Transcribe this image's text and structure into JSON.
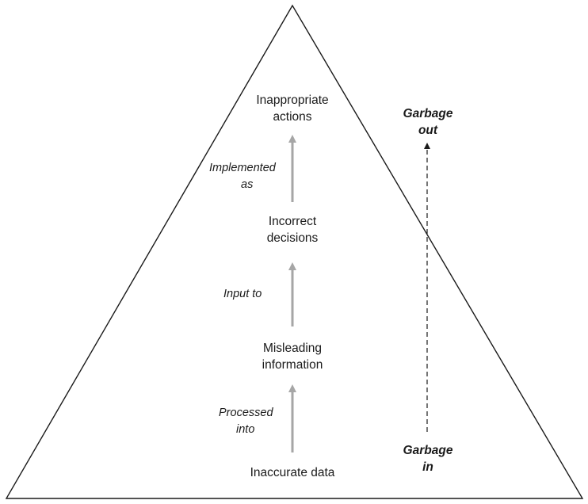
{
  "nodes": {
    "actions": {
      "line1": "Inappropriate",
      "line2": "actions"
    },
    "decisions": {
      "line1": "Incorrect",
      "line2": "decisions"
    },
    "information": {
      "line1": "Misleading",
      "line2": "information"
    },
    "data": {
      "line1": "Inaccurate data"
    }
  },
  "edges": {
    "processed": {
      "line1": "Processed",
      "line2": "into"
    },
    "input": {
      "line1": "Input to"
    },
    "implemented": {
      "line1": "Implemented",
      "line2": "as"
    }
  },
  "garbage": {
    "out": {
      "line1": "Garbage",
      "line2": "out"
    },
    "in": {
      "line1": "Garbage",
      "line2": "in"
    }
  },
  "colors": {
    "triangle": "#1a1a1a",
    "arrow": "#a6a6a6",
    "dashed": "#1a1a1a",
    "text": "#1a1a1a"
  }
}
